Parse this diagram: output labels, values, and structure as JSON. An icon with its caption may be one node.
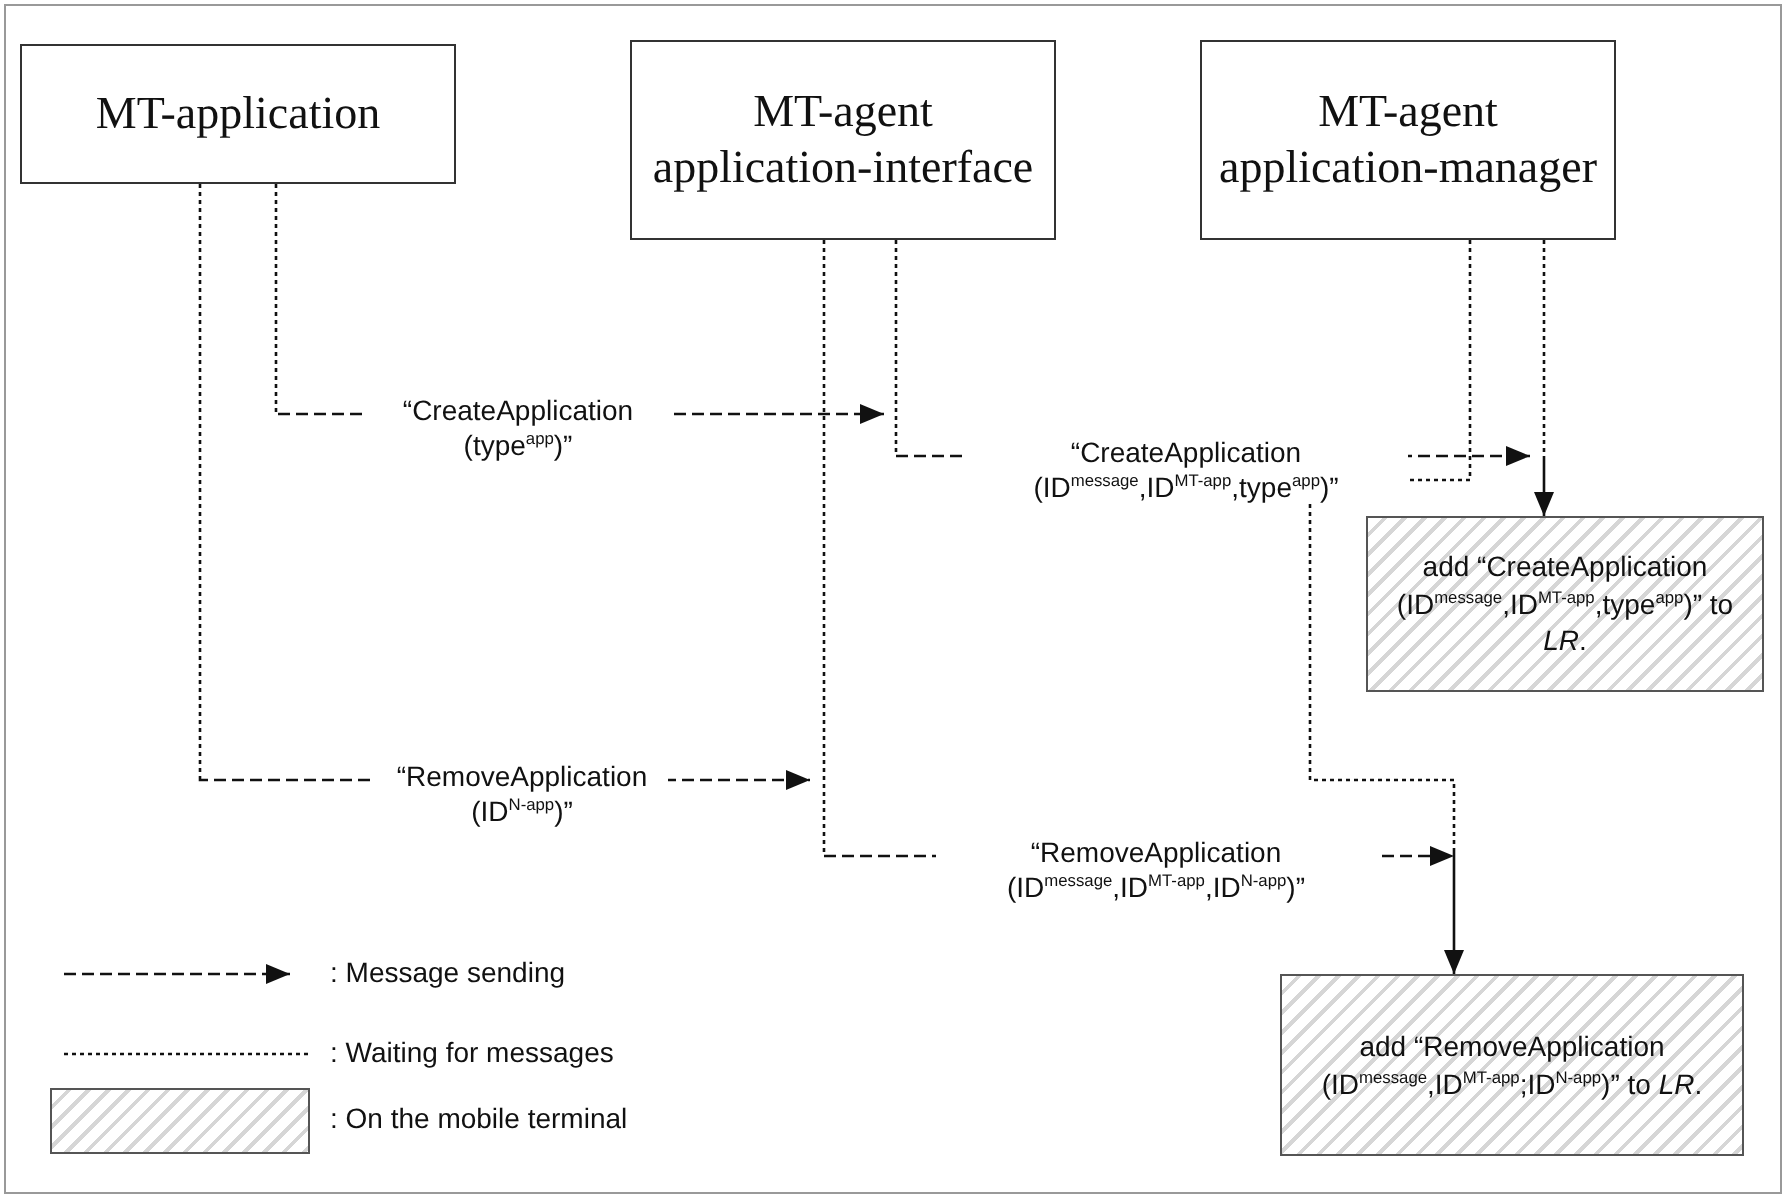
{
  "diagram": {
    "nodes": [
      {
        "text": [
          "MT-application"
        ]
      },
      {
        "text": [
          "MT-agent application-interface"
        ]
      },
      {
        "text": [
          "MT-agent application-manager"
        ]
      },
      {
        "text": [
          "add “CreateApplication (ID$^{message}$,ID$^{MT-app}$,type$^{app}$)” to *LR*."
        ]
      },
      {
        "text": [
          "add “RemoveApplication (ID$^{message}$,ID$^{MT-app}$;ID$^{N-app}$)” to *LR*."
        ]
      }
    ],
    "edges": [
      {
        "from": 0,
        "to": null,
        "arrow": "to",
        "style": "dashed",
        "label": "“CreateApplication (type$^{app}$)”"
      },
      {
        "from": 1,
        "to": null,
        "arrow": "to",
        "style": "dashed",
        "label": "“CreateApplication (ID$^{message}$,ID$^{MT-app}$,type$^{app}$)”"
      },
      {
        "from": 2,
        "to": 3,
        "arrow": "to"
      },
      {
        "from": 0,
        "to": null,
        "arrow": "to",
        "style": "dashed",
        "label": "“RemoveApplication (ID$^{N-app}$)”"
      },
      {
        "from": 1,
        "to": null,
        "arrow": "to",
        "style": "dashed",
        "label": "“RemoveApplication (ID$^{message}$,ID$^{MT-app}$,ID$^{N-app}$)”"
      },
      {
        "from": 2,
        "to": 4,
        "arrow": "to"
      }
    ],
    "legend": [
      {
        "text": ": Message sending"
      },
      {
        "text": ": Waiting for messages"
      },
      {
        "text": ": On the mobile terminal"
      }
    ]
  }
}
